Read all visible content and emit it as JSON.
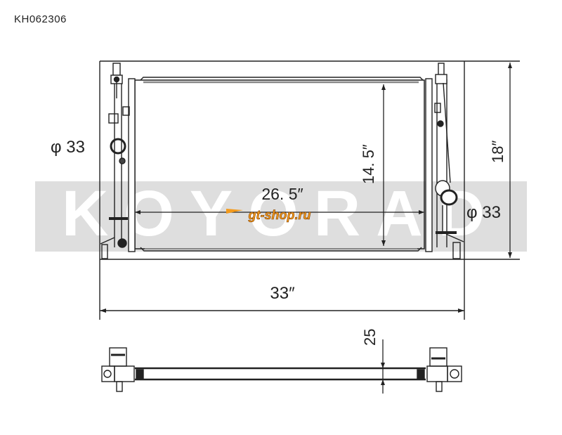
{
  "drawing": {
    "part_number": "KH062306",
    "watermark": "KOYORAD",
    "logo_text": "gt-shop.ru",
    "logo_color": "#f39a1c",
    "dimensions": {
      "inlet_diameter": "φ 33",
      "outlet_diameter": "φ 33",
      "core_width": "26. 5″",
      "core_height": "14. 5″",
      "overall_height": "18″",
      "overall_width": "33″",
      "core_thickness": "25"
    }
  }
}
